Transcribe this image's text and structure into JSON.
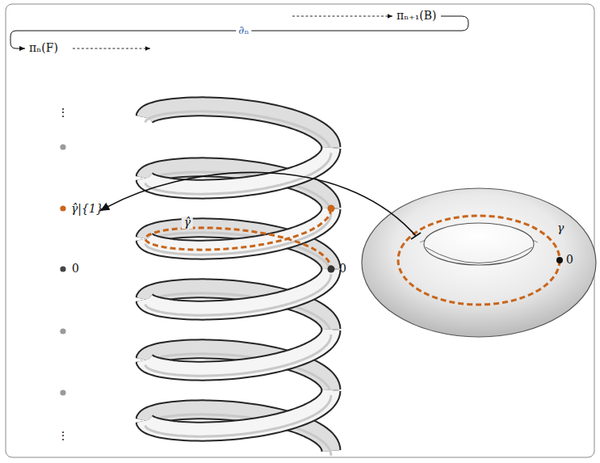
{
  "diagram": {
    "labels": [
      "πₙ₊₁(B)",
      "∂ₙ",
      "πₙ(F)",
      "⋮",
      "γ̂|{1}",
      "0",
      "γ̂",
      "0",
      "γ",
      "0",
      "⋮"
    ]
  }
}
